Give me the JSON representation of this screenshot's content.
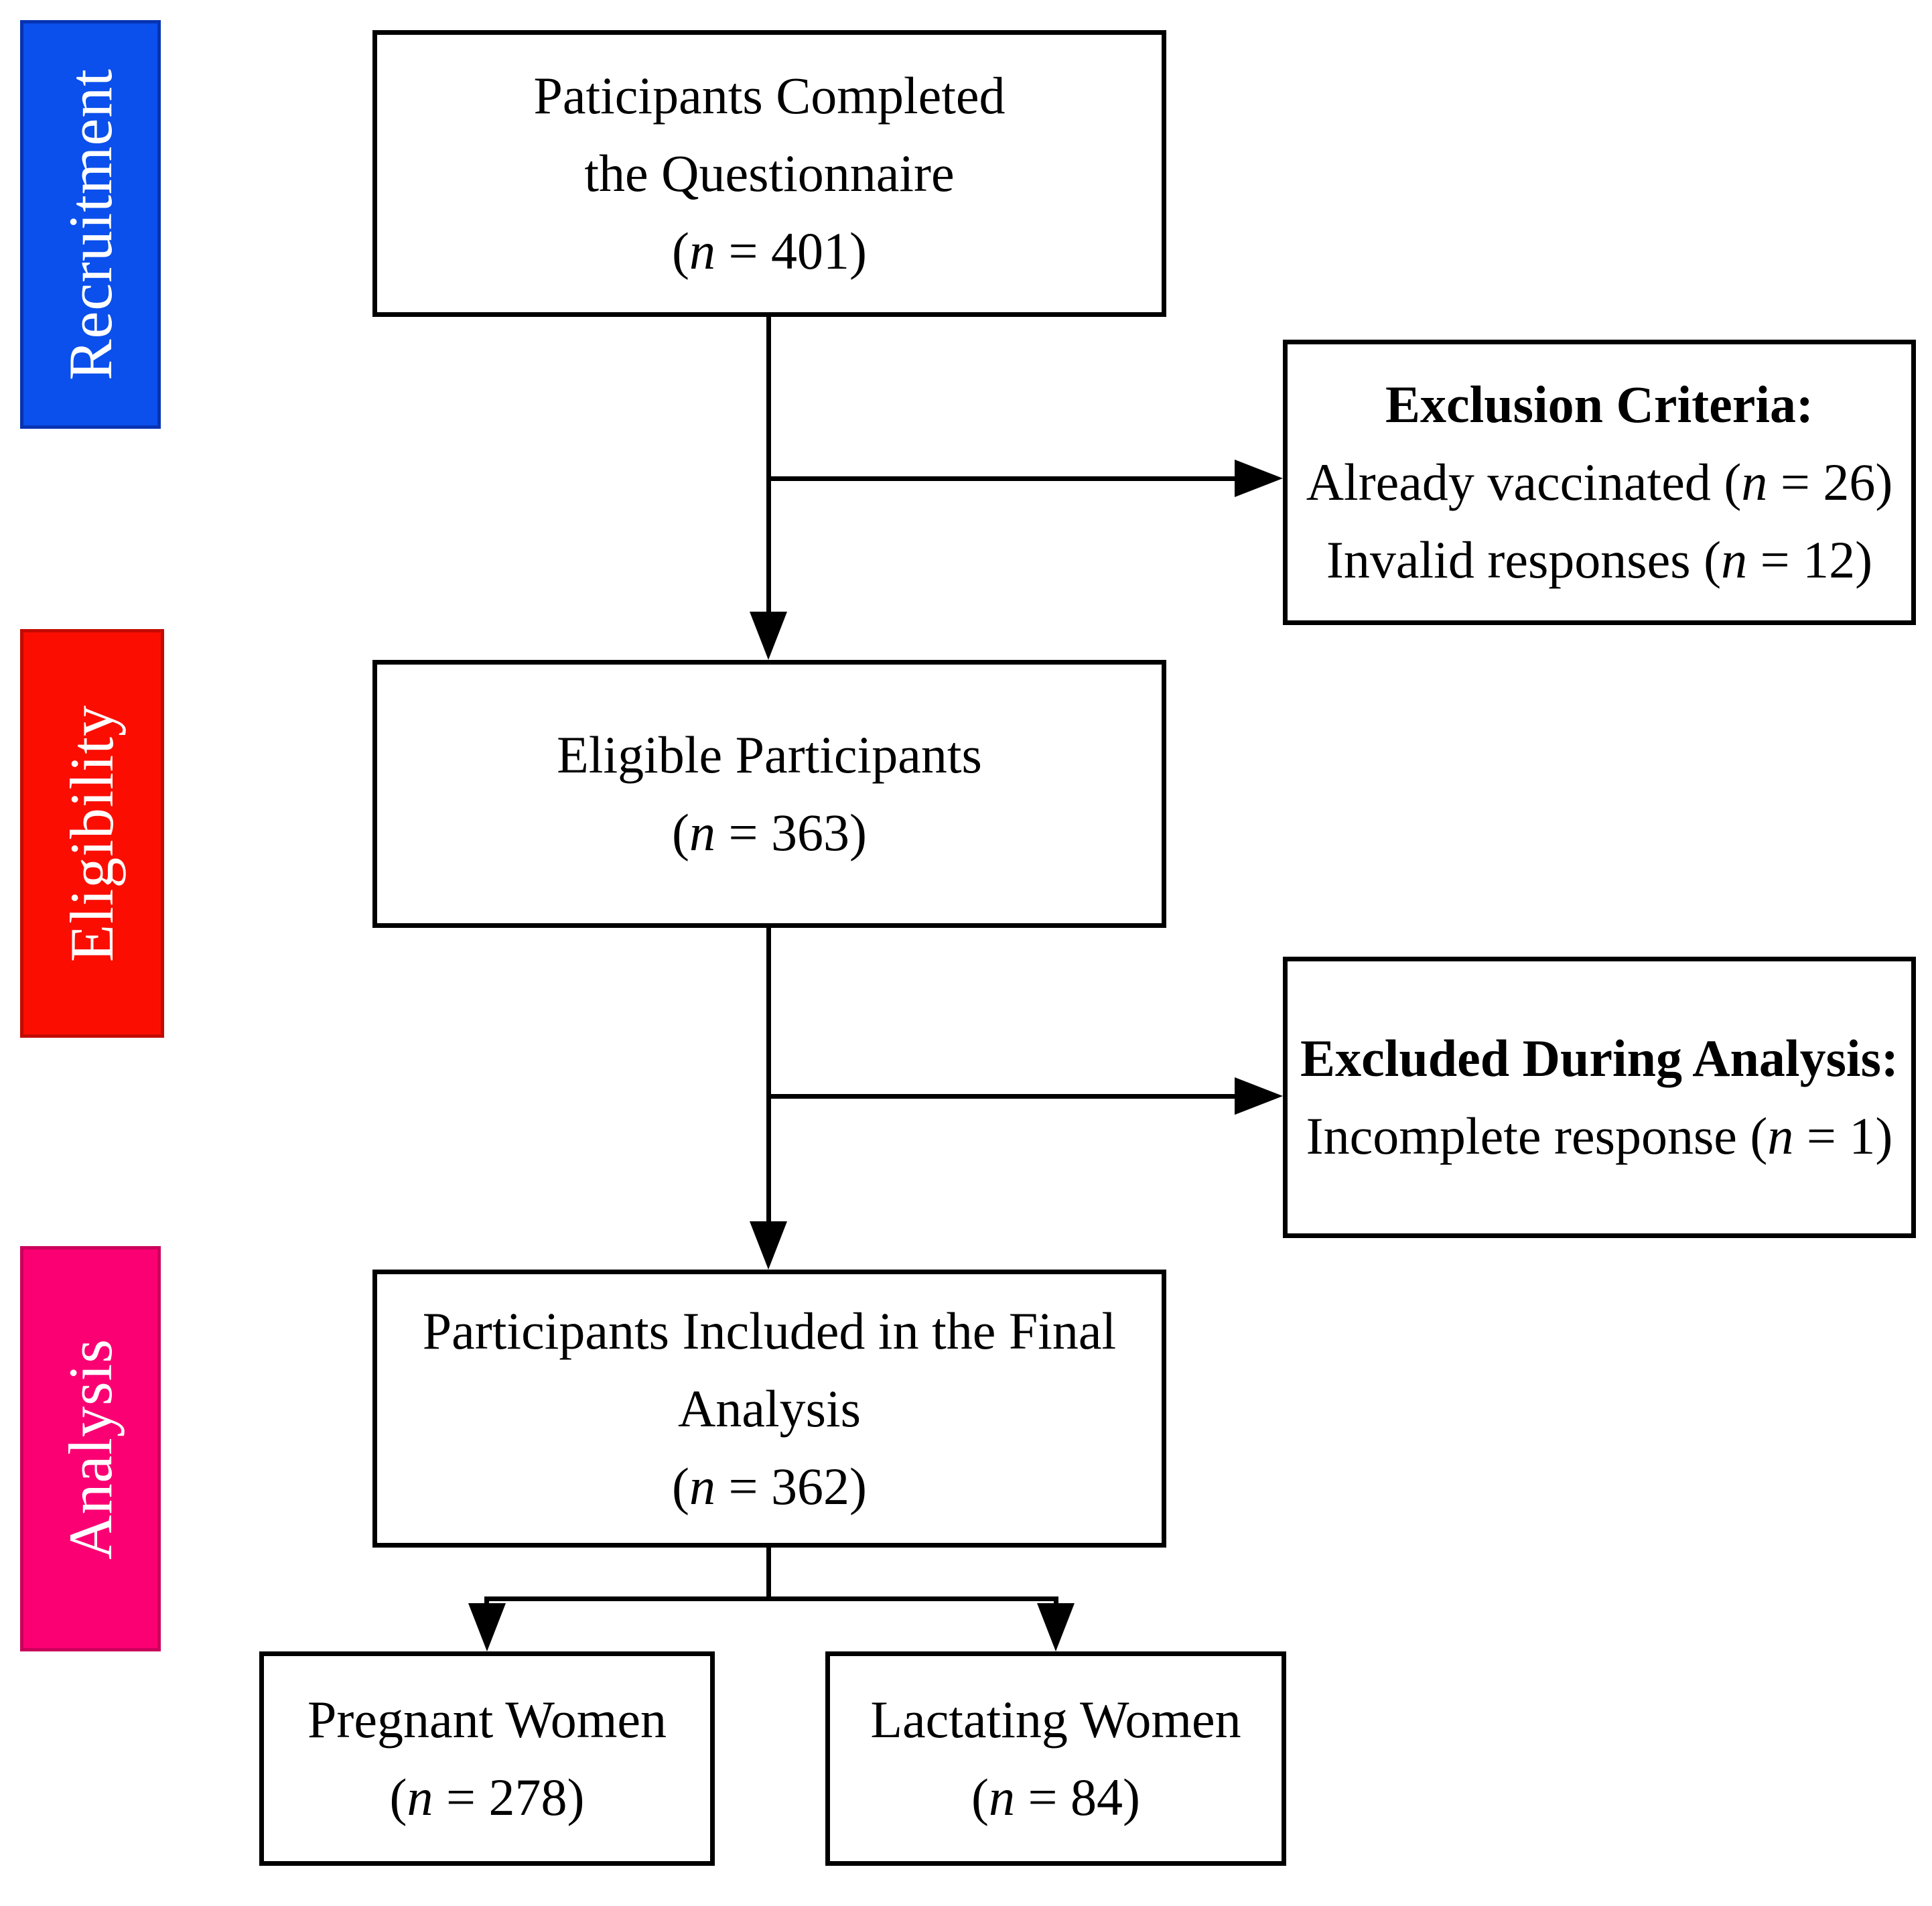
{
  "stages": [
    {
      "label": "Recruitment",
      "fill": "#0b50ec",
      "border": "#0733b2"
    },
    {
      "label": "Eligibility",
      "fill": "#fb0e01",
      "border": "#c30a00"
    },
    {
      "label": "Analysis",
      "fill": "#fb0072",
      "border": "#cb005c"
    }
  ],
  "boxes": {
    "top": {
      "lines": [
        "Paticipants Completed",
        "the Questionnaire"
      ],
      "count": {
        "open": "(",
        "sym": "n",
        "rest": " = 401)"
      }
    },
    "exclusion1": {
      "title": "Exclusion Criteria:",
      "items": [
        {
          "pre": "Already vaccinated (",
          "sym": "n",
          "rest": " = 26)"
        },
        {
          "pre": "Invalid responses (",
          "sym": "n",
          "rest": " = 12)"
        }
      ]
    },
    "eligible": {
      "lines": [
        "Eligible Participants"
      ],
      "count": {
        "open": "(",
        "sym": "n",
        "rest": " = 363)"
      }
    },
    "exclusion2": {
      "title": "Excluded During Analysis:",
      "items": [
        {
          "pre": "Incomplete response (",
          "sym": "n",
          "rest": " = 1)"
        }
      ]
    },
    "final": {
      "lines": [
        "Participants Included in the Final",
        "Analysis"
      ],
      "count": {
        "open": "(",
        "sym": "n",
        "rest": " = 362)"
      }
    },
    "pregnant": {
      "lines": [
        "Pregnant Women"
      ],
      "count": {
        "open": "(",
        "sym": "n",
        "rest": " = 278)"
      }
    },
    "lactating": {
      "lines": [
        "Lactating Women"
      ],
      "count": {
        "open": "(",
        "sym": "n",
        "rest": " = 84)"
      }
    }
  }
}
